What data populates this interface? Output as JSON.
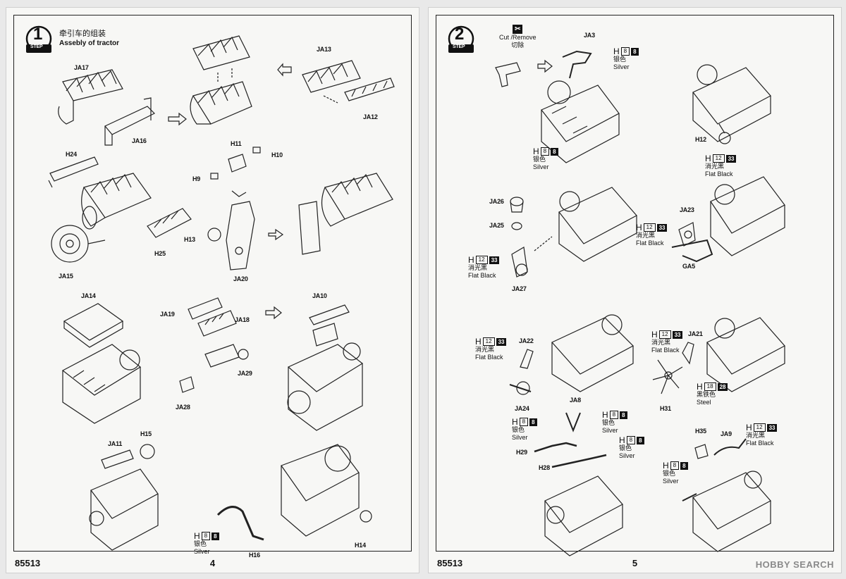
{
  "left_page": {
    "code": "85513",
    "page_number": "4",
    "step": {
      "label": "STEP",
      "number": "1",
      "title_cn": "牵引车的组装",
      "title_en": "Assebly of tractor"
    },
    "parts": {
      "JA17": "JA17",
      "JA16": "JA16",
      "JA13": "JA13",
      "JA12": "JA12",
      "H24": "H24",
      "H11": "H11",
      "H10": "H10",
      "H9": "H9",
      "H13": "H13",
      "JA20": "JA20",
      "H25": "H25",
      "JA15": "JA15",
      "JA14": "JA14",
      "JA19": "JA19",
      "JA18": "JA18",
      "JA10": "JA10",
      "JA29": "JA29",
      "JA28": "JA28",
      "JA11": "JA11",
      "H15": "H15",
      "H16": "H16",
      "H14": "H14"
    },
    "paint_h16": {
      "prefix": "H",
      "box": "8",
      "fill": "8",
      "cn": "银色",
      "en": "Silver"
    }
  },
  "right_page": {
    "code": "85513",
    "page_number": "5",
    "step": {
      "label": "STEP",
      "number": "2"
    },
    "cut": {
      "icon": "cut-icon",
      "en": "Cut /Remove",
      "cn": "切除"
    },
    "parts": {
      "JA3": "JA3",
      "H12": "H12",
      "JA26": "JA26",
      "JA25": "JA25",
      "JA27": "JA27",
      "JA23": "JA23",
      "GA5": "GA5",
      "JA22": "JA22",
      "JA24": "JA24",
      "JA21": "JA21",
      "H31": "H31",
      "JA8": "JA8",
      "H29": "H29",
      "H28": "H28",
      "H35": "H35",
      "JA9": "JA9"
    },
    "paints": {
      "silver": {
        "prefix": "H",
        "box": "8",
        "fill": "8",
        "cn": "银色",
        "en": "Silver"
      },
      "flat_black": {
        "prefix": "H",
        "box": "12",
        "fill": "33",
        "cn": "消光黑",
        "en": "Flat Black"
      },
      "steel": {
        "prefix": "H",
        "box": "18",
        "fill": "28",
        "cn": "黑铁色",
        "en": "Steel"
      }
    }
  },
  "watermark": "HOBBY SEARCH",
  "colors": {
    "line": "#222222",
    "paper": "#f7f7f5",
    "watermark": "#8a8a8a"
  }
}
